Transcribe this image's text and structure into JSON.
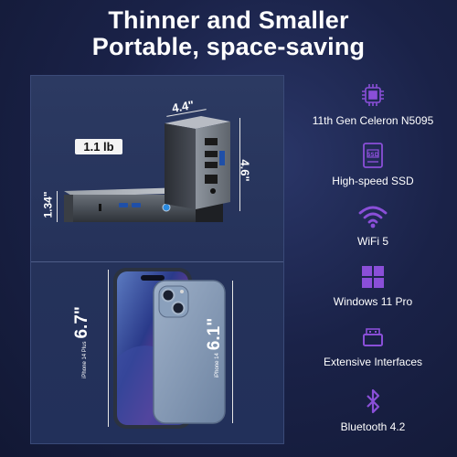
{
  "headline": {
    "line1": "Thinner and Smaller",
    "line2": "Portable, space-saving"
  },
  "product": {
    "weight": "1.1 lb",
    "dim_width": "4.4\"",
    "dim_height": "4.6\"",
    "dim_thickness": "1.34\""
  },
  "phones": {
    "plus_model": "iPhone 14 Plus",
    "plus_size": "6.7\"",
    "std_model": "iPhone 14",
    "std_size": "6.1\""
  },
  "features": [
    {
      "label": "11th Gen Celeron N5095",
      "icon": "cpu-chip-icon"
    },
    {
      "label": "High-speed SSD",
      "icon": "ssd-icon"
    },
    {
      "label": "WiFi 5",
      "icon": "wifi-icon"
    },
    {
      "label": "Windows 11 Pro",
      "icon": "windows-logo-icon"
    },
    {
      "label": "Extensive Interfaces",
      "icon": "usb-port-icon"
    },
    {
      "label": "Bluetooth 4.2",
      "icon": "bluetooth-icon"
    }
  ],
  "colors": {
    "accent_purple": "#8a4fd8",
    "background": "#1a2248",
    "panel": "#27345c"
  }
}
